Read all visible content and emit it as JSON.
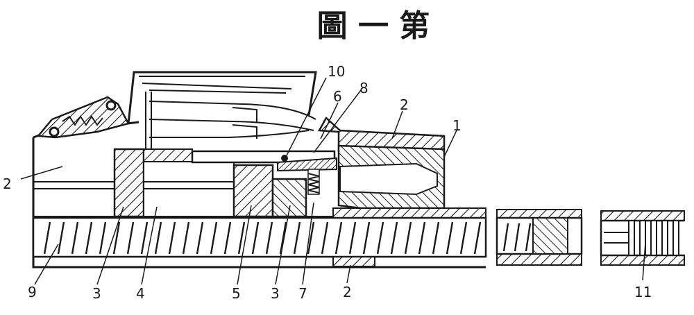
{
  "title": "圖 一 第",
  "callouts": {
    "c10": "10",
    "c8": "8",
    "c6": "6",
    "c2_top": "2",
    "c1": "1",
    "c2_left": "2",
    "c9": "9",
    "c3_left": "3",
    "c4": "4",
    "c5": "5",
    "c3_mid": "3",
    "c7": "7",
    "c2_bottom": "2",
    "c11": "11"
  },
  "colors": {
    "ink": "#1a1a1a",
    "paper": "#ffffff"
  }
}
